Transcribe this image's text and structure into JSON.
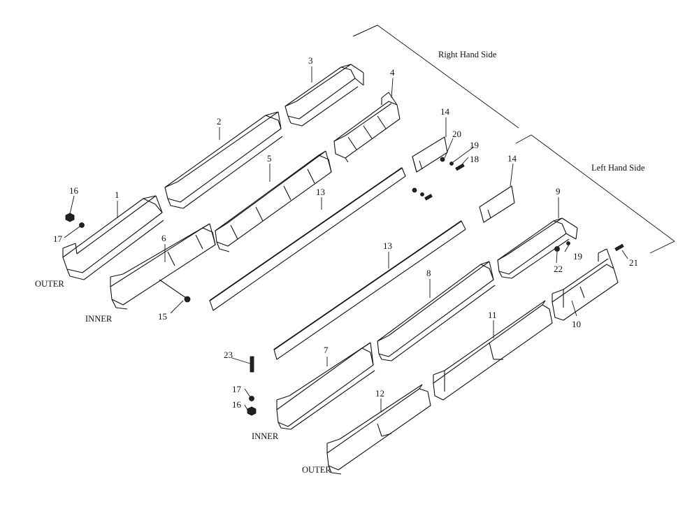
{
  "sides": {
    "right_hand_side": "Right Hand Side",
    "left_hand_side": "Left Hand Side"
  },
  "positions": {
    "outer_top": "OUTER",
    "inner_top": "INNER",
    "inner_bottom": "INNER",
    "outer_bottom": "OUTER"
  },
  "callouts": {
    "c1": "1",
    "c2": "2",
    "c3": "3",
    "c4": "4",
    "c5": "5",
    "c6": "6",
    "c7": "7",
    "c8": "8",
    "c9": "9",
    "c10": "10",
    "c11": "11",
    "c12": "12",
    "c13a": "13",
    "c13b": "13",
    "c14a": "14",
    "c14b": "14",
    "c15": "15",
    "c16a": "16",
    "c16b": "16",
    "c17a": "17",
    "c17b": "17",
    "c18": "18",
    "c19a": "19",
    "c19b": "19",
    "c20": "20",
    "c21": "21",
    "c22": "22",
    "c23": "23"
  }
}
